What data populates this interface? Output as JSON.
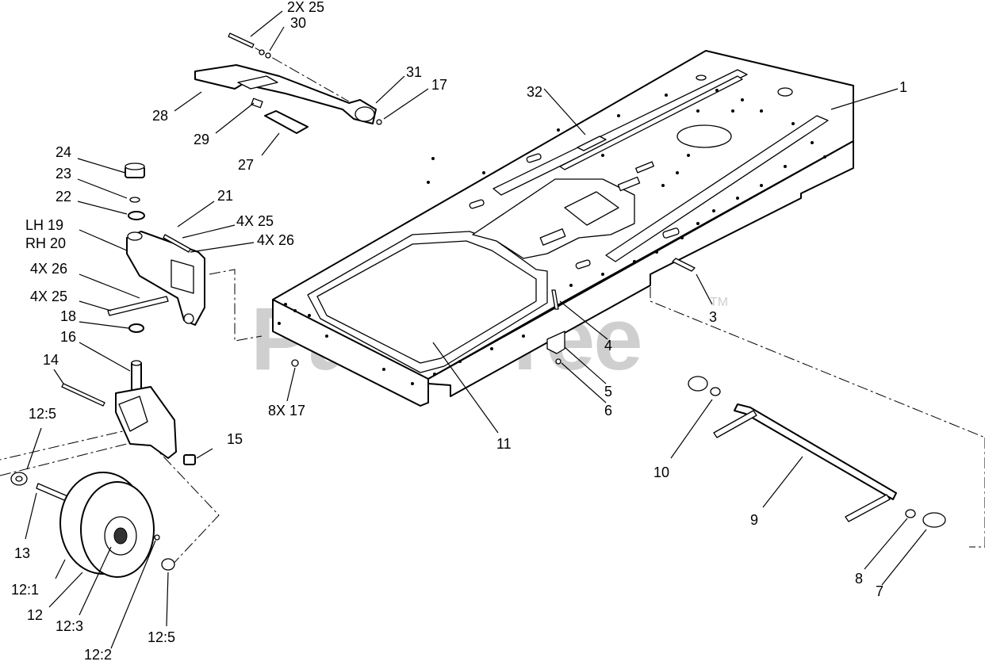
{
  "watermark": {
    "text": "PartsTree",
    "trademark": "TM"
  },
  "callouts": [
    {
      "id": "c-2x25",
      "label": "2X 25"
    },
    {
      "id": "c-30",
      "label": "30"
    },
    {
      "id": "c-31",
      "label": "31"
    },
    {
      "id": "c-17a",
      "label": "17"
    },
    {
      "id": "c-28",
      "label": "28"
    },
    {
      "id": "c-29",
      "label": "29"
    },
    {
      "id": "c-27",
      "label": "27"
    },
    {
      "id": "c-24",
      "label": "24"
    },
    {
      "id": "c-23",
      "label": "23"
    },
    {
      "id": "c-22",
      "label": "22"
    },
    {
      "id": "c-21",
      "label": "21"
    },
    {
      "id": "c-lh19",
      "label": "LH 19"
    },
    {
      "id": "c-rh20",
      "label": "RH 20"
    },
    {
      "id": "c-4x25a",
      "label": "4X 25"
    },
    {
      "id": "c-4x26a",
      "label": "4X 26"
    },
    {
      "id": "c-4x26b",
      "label": "4X 26"
    },
    {
      "id": "c-4x25b",
      "label": "4X 25"
    },
    {
      "id": "c-18",
      "label": "18"
    },
    {
      "id": "c-16",
      "label": "16"
    },
    {
      "id": "c-14",
      "label": "14"
    },
    {
      "id": "c-12-5a",
      "label": "12:5"
    },
    {
      "id": "c-15",
      "label": "15"
    },
    {
      "id": "c-13",
      "label": "13"
    },
    {
      "id": "c-12-1",
      "label": "12:1"
    },
    {
      "id": "c-12",
      "label": "12"
    },
    {
      "id": "c-12-3",
      "label": "12:3"
    },
    {
      "id": "c-12-5b",
      "label": "12:5"
    },
    {
      "id": "c-12-2",
      "label": "12:2"
    },
    {
      "id": "c-32",
      "label": "32"
    },
    {
      "id": "c-1",
      "label": "1"
    },
    {
      "id": "c-3",
      "label": "3"
    },
    {
      "id": "c-4",
      "label": "4"
    },
    {
      "id": "c-5",
      "label": "5"
    },
    {
      "id": "c-6",
      "label": "6"
    },
    {
      "id": "c-8x17",
      "label": "8X 17"
    },
    {
      "id": "c-11",
      "label": "11"
    },
    {
      "id": "c-10",
      "label": "10"
    },
    {
      "id": "c-9",
      "label": "9"
    },
    {
      "id": "c-8",
      "label": "8"
    },
    {
      "id": "c-7",
      "label": "7"
    }
  ]
}
